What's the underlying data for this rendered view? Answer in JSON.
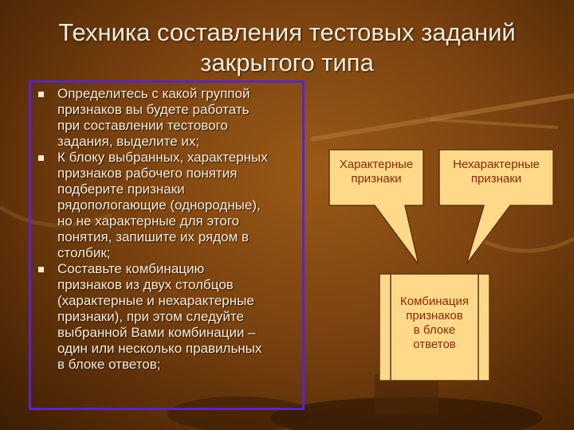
{
  "slide": {
    "title_line1": "Техника составления тестовых заданий",
    "title_line2": "закрытого типа",
    "bullets": [
      [
        "Определитесь с какой группой",
        "признаков вы будете работать",
        "при составлении тестового",
        "задания, выделите их;"
      ],
      [
        "К блоку выбранных, характерных",
        "признаков рабочего понятия",
        "подберите признаки",
        "рядопологающие (однородные),",
        "но не характерные для этого",
        "понятия, запишите их рядом в",
        "столбик;"
      ],
      [
        "Составьте комбинацию",
        "признаков из двух столбцов",
        "(характерные и нехарактерные",
        "признаки), при этом следуйте",
        "выбранной Вами комбинации –",
        "один или несколько правильных",
        "в блоке ответов;"
      ]
    ]
  },
  "diagram": {
    "callout_left": [
      "Характерные",
      "признаки"
    ],
    "callout_right": [
      "Нехарактерные",
      "признаки"
    ],
    "combo_box": [
      "Комбинация",
      "признаков",
      "в блоке",
      "ответов"
    ]
  },
  "colors": {
    "box_fill": "#ffd98a",
    "box_text": "#8a2b06",
    "bullet_border": "#5a24c8",
    "text": "#f4ecd9"
  }
}
